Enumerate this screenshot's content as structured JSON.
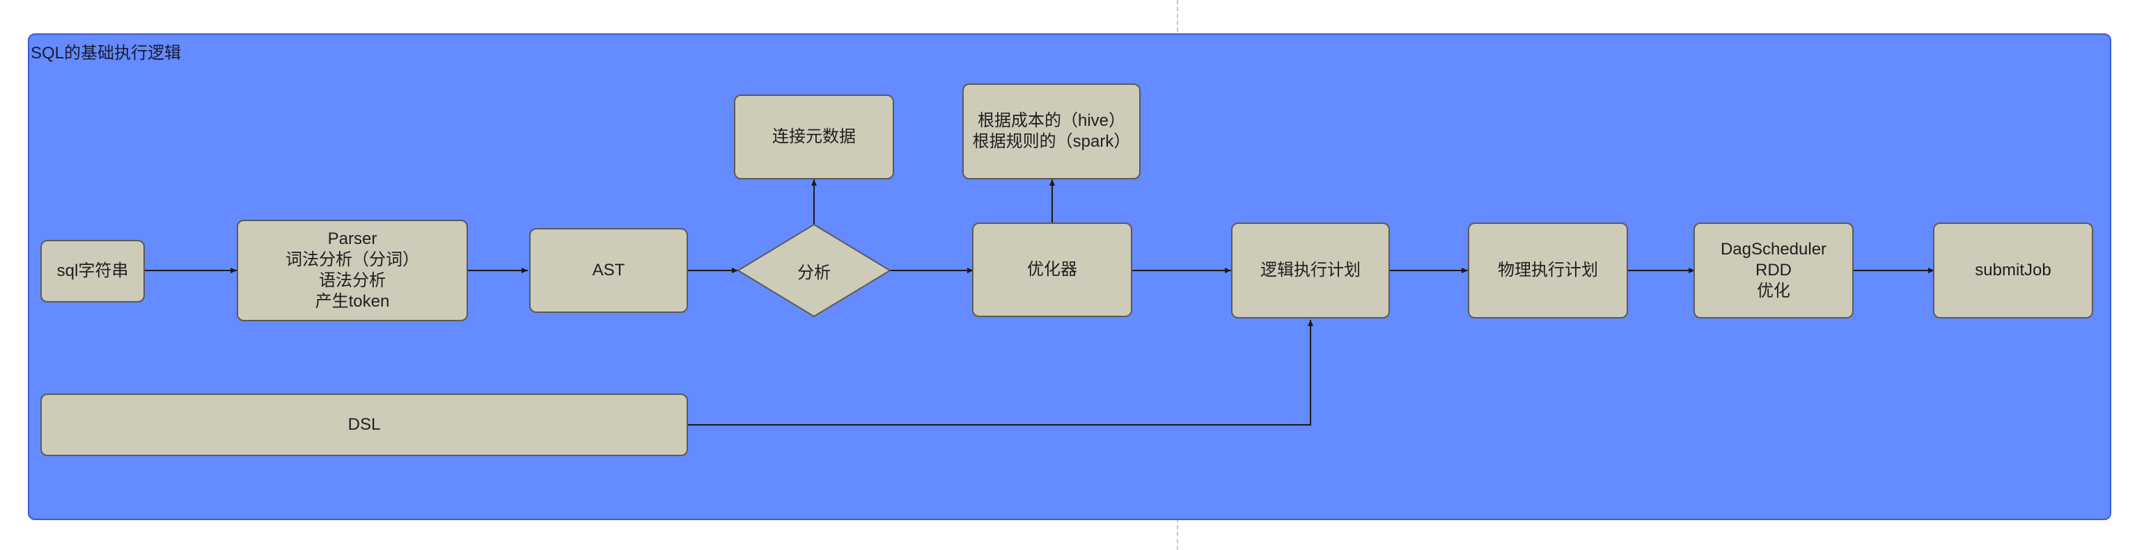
{
  "diagram": {
    "title": "SQL的基础执行逻辑",
    "nodes": {
      "sql_string": "sql字符串",
      "parser": [
        "Parser",
        "词法分析（分词）",
        "语法分析",
        "产生token"
      ],
      "ast": "AST",
      "analyze": "分析",
      "metadata": "连接元数据",
      "optimizer": "优化器",
      "cost_rules": [
        "根据成本的（hive）",
        "根据规则的（spark）"
      ],
      "logical_plan": "逻辑执行计划",
      "physical_plan": "物理执行计划",
      "dag": [
        "DagScheduler",
        "RDD",
        "优化"
      ],
      "submit": "submitJob",
      "dsl": "DSL"
    }
  }
}
